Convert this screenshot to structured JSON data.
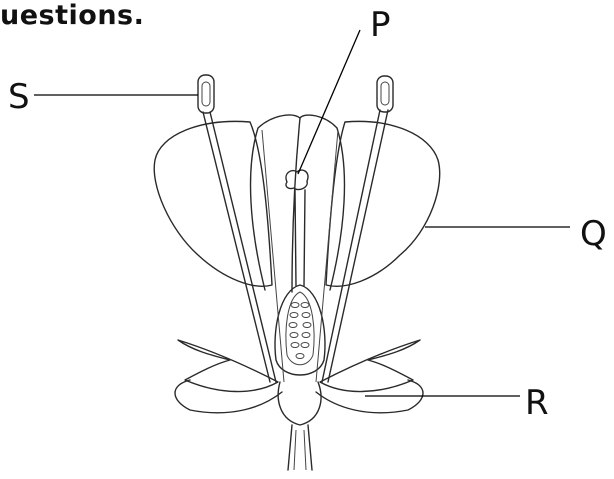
{
  "header_fragment": "uestions.",
  "labels": {
    "s": "S",
    "p": "P",
    "q": "Q",
    "r": "R"
  },
  "icons": {
    "flower": "flower-longitudinal-section-illustration"
  }
}
